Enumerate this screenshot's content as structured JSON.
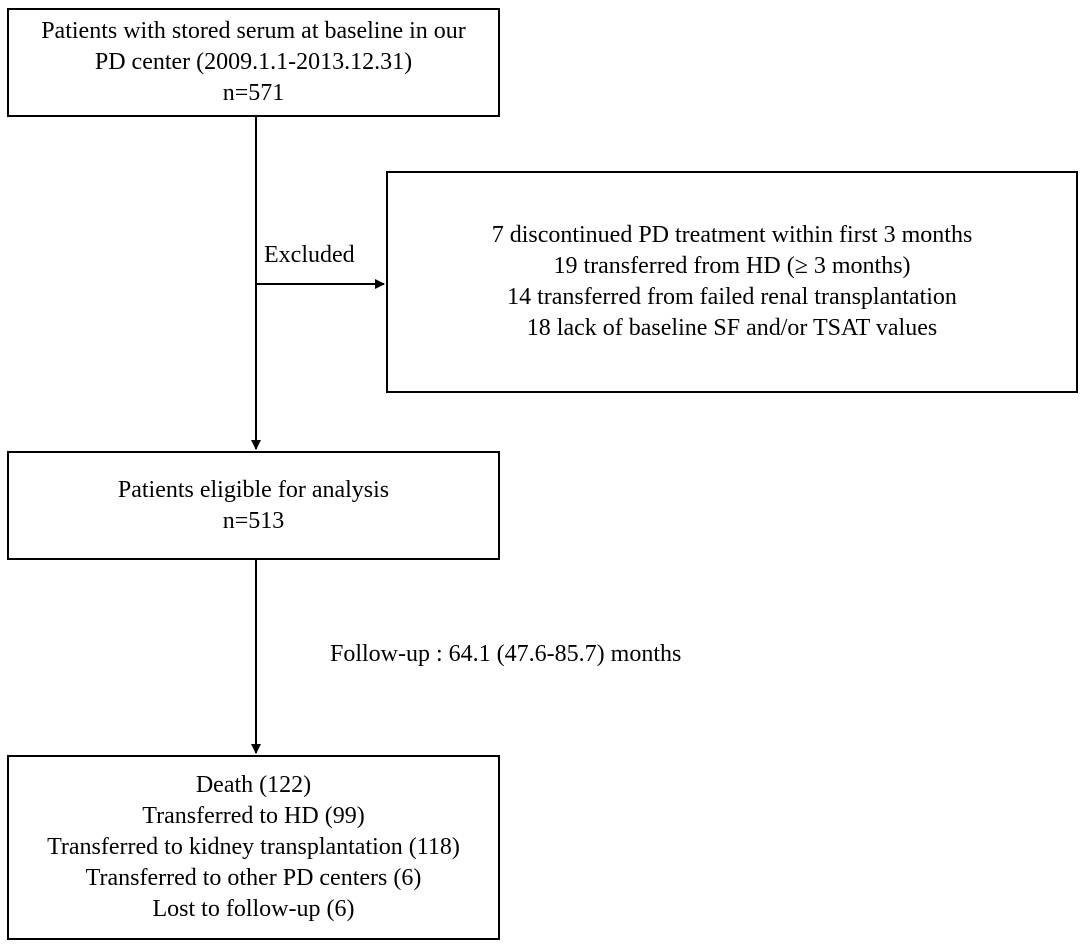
{
  "boxes": {
    "start": {
      "lines": [
        "Patients with stored serum at baseline in our",
        "PD center (2009.1.1-2013.12.31)",
        "n=571"
      ]
    },
    "excluded": {
      "lines": [
        "7 discontinued PD treatment within first 3 months",
        "19 transferred from HD (≥ 3 months)",
        "14 transferred from failed renal transplantation",
        "18 lack of baseline SF and/or TSAT values"
      ]
    },
    "eligible": {
      "lines": [
        "Patients eligible for analysis",
        "n=513"
      ]
    },
    "outcomes": {
      "lines": [
        "Death (122)",
        "Transferred to HD (99)",
        "Transferred to kidney transplantation (118)",
        "Transferred to other PD centers (6)",
        "Lost to follow-up (6)"
      ]
    }
  },
  "labels": {
    "excluded": "Excluded",
    "followup": "Follow-up : 64.1 (47.6-85.7) months"
  },
  "colors": {
    "stroke": "#000000",
    "background": "#ffffff"
  }
}
